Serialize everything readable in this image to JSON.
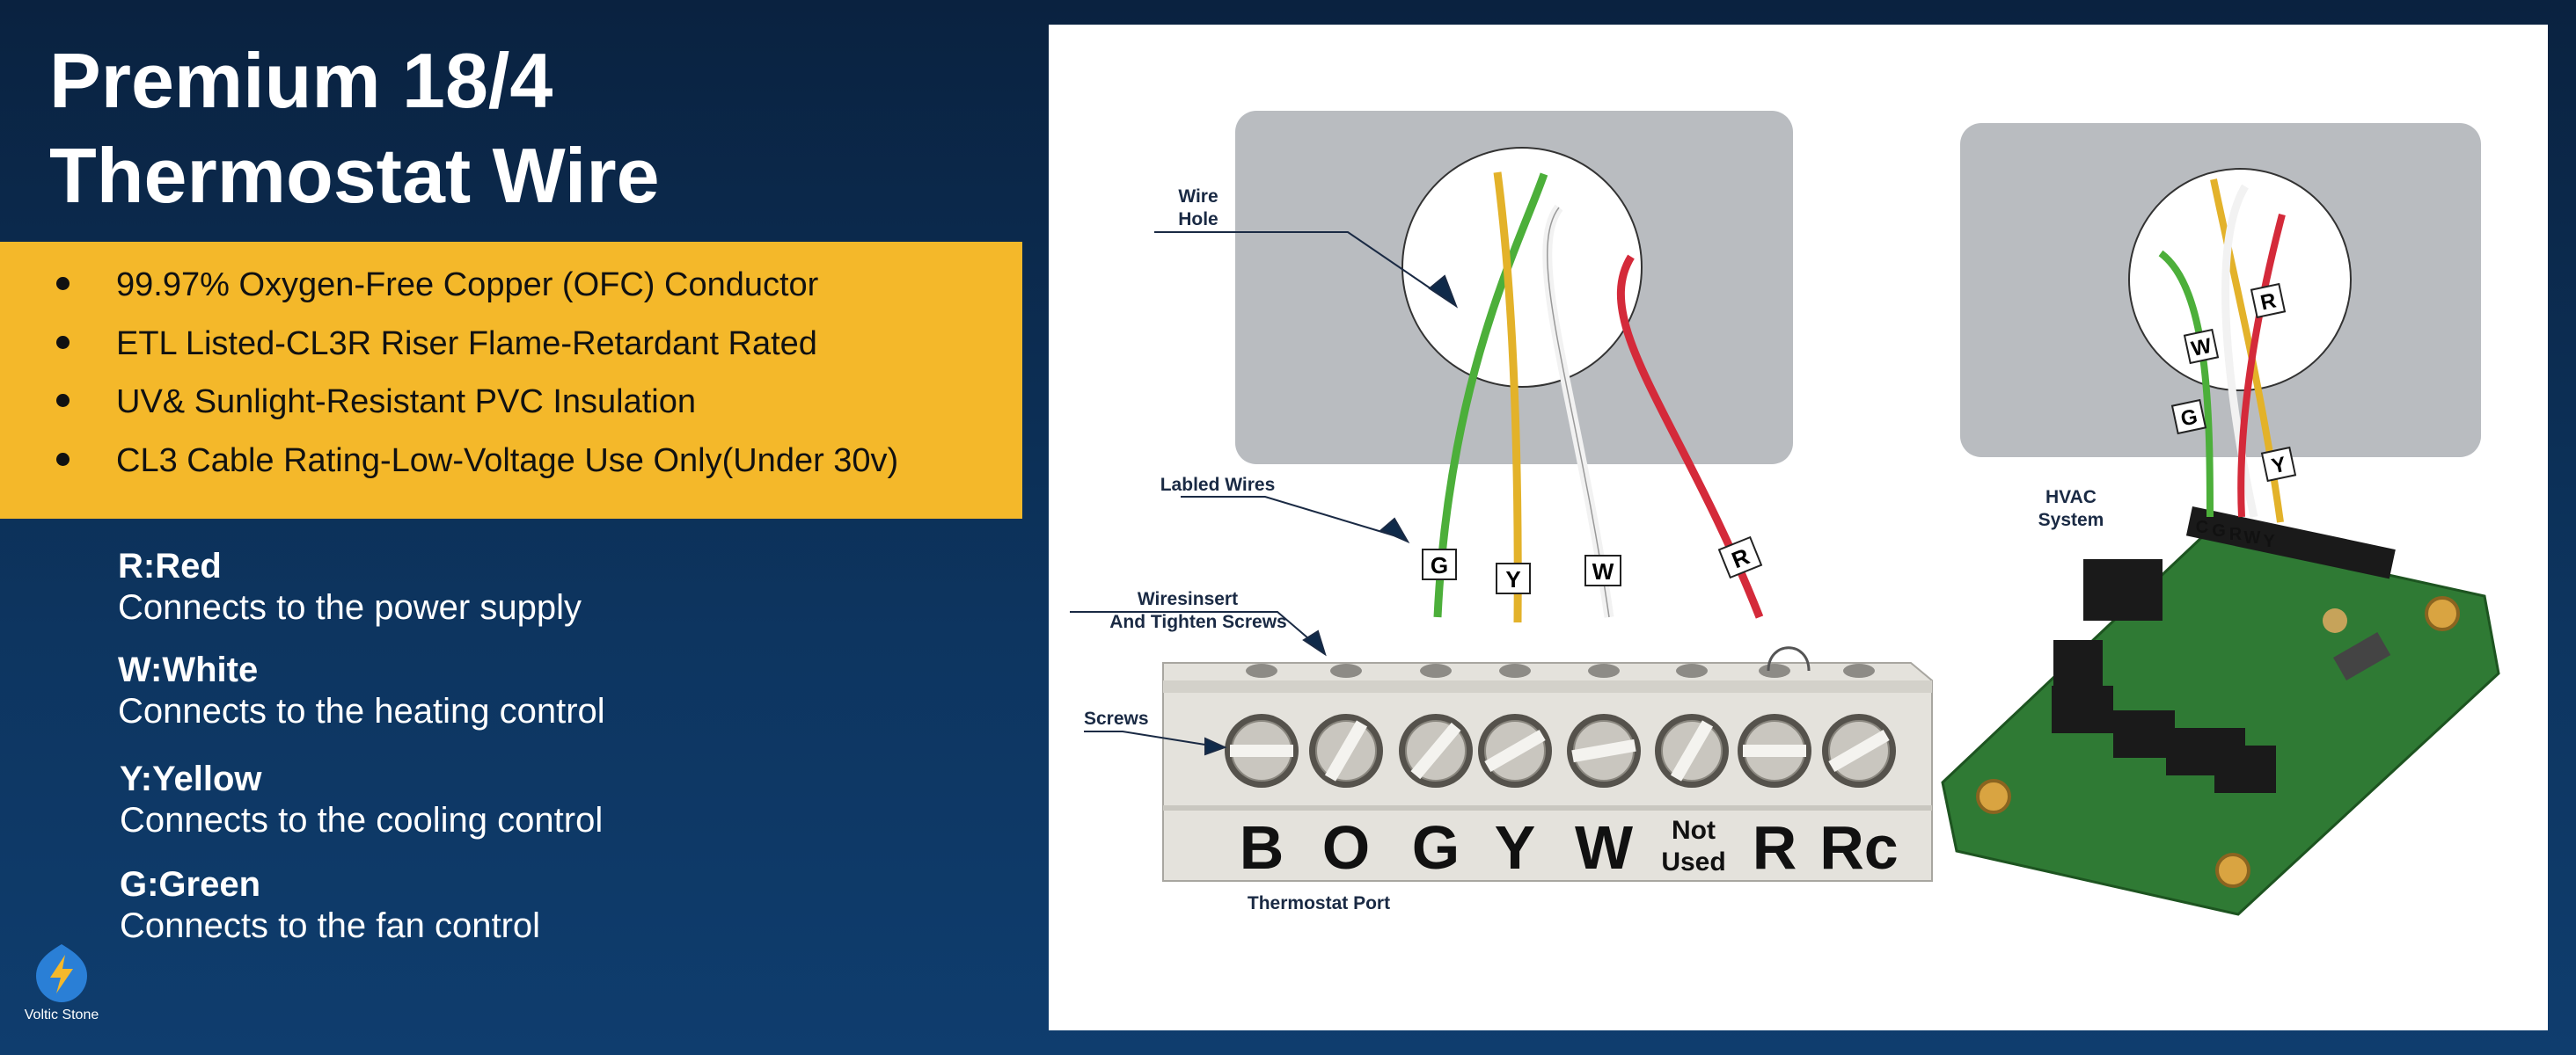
{
  "title": {
    "line1": "Premium 18/4",
    "line2": "Thermostat Wire"
  },
  "features": [
    "99.97% Oxygen-Free Copper (OFC) Conductor",
    "ETL Listed-CL3R Riser Flame-Retardant Rated",
    "UV& Sunlight-Resistant PVC Insulation",
    "CL3 Cable Rating-Low-Voltage Use Only(Under 30v)"
  ],
  "legend": [
    {
      "name": "R:Red",
      "desc": "Connects to the power supply"
    },
    {
      "name": "W:White",
      "desc": "Connects to the heating control"
    },
    {
      "name": "Y:Yellow",
      "desc": "Connects to the cooling control"
    },
    {
      "name": "G:Green",
      "desc": "Connects to the fan control"
    }
  ],
  "brand": {
    "name": "Voltic Stone"
  },
  "colors": {
    "navy": "#0b2a4f",
    "band": "#f4b82a",
    "red": "#d42a3a",
    "green": "#4caf3a",
    "yellow": "#e3b22a",
    "white": "#f5f5f5",
    "pcb": "#2f7a34"
  },
  "diagram": {
    "callouts": {
      "wire_hole_1": "Wire",
      "wire_hole_2": "Hole",
      "labled_wires": "Labled Wires",
      "insert_1": "Wiresinsert",
      "insert_2": "And Tighten Screws",
      "screws": "Screws",
      "port": "Thermostat Port",
      "hvac_1": "HVAC",
      "hvac_2": "System"
    },
    "wire_tags": [
      "G",
      "Y",
      "W",
      "R"
    ],
    "terminals": [
      "B",
      "O",
      "G",
      "Y",
      "W",
      "",
      "R",
      "Rc"
    ],
    "not_used_1": "Not",
    "not_used_2": "Used",
    "pcb_pins": [
      "C",
      "G",
      "R",
      "W",
      "Y"
    ],
    "right_wire_tags": [
      "G",
      "W",
      "R",
      "Y"
    ]
  }
}
